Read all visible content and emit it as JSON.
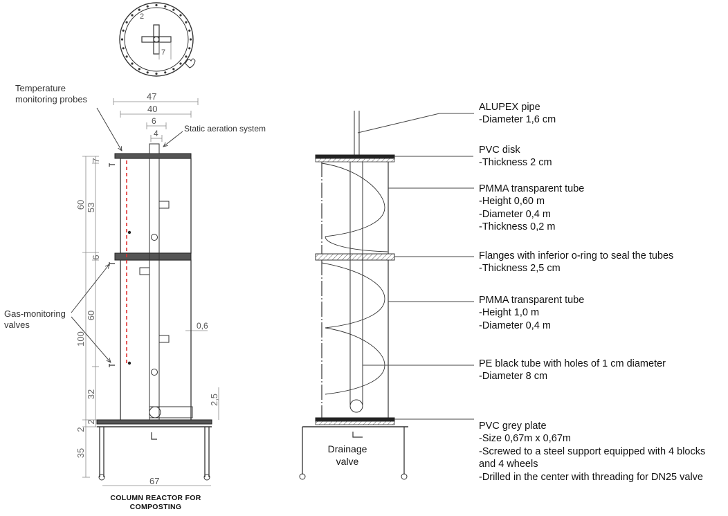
{
  "top_view": {
    "dim_center": "2",
    "dim_arm": "7"
  },
  "left_drawing": {
    "annotations": {
      "temperature_probes": [
        "Temperature",
        "monitoring probes"
      ],
      "gas_valves": [
        "Gas-monitoring",
        "valves"
      ],
      "static_aeration": "Static aeration system"
    },
    "dims_horizontal": {
      "overall_width": "47",
      "flange_width": "40",
      "pipe_outer": "6",
      "pipe_inner": "4",
      "wall": "0,6",
      "base_width": "67"
    },
    "dims_vertical": {
      "top_disk": "7",
      "upper_section": "60",
      "upper_tube": "53",
      "flange": "6",
      "lower_section": "100",
      "lower_tube": "60",
      "lower_part": "32",
      "offset": "2,5",
      "plate": "2",
      "base": "2",
      "legs": "35"
    },
    "caption": [
      "COLUMN REACTOR FOR",
      "COMPOSTING"
    ]
  },
  "right_drawing": {
    "drainage_label": [
      "Drainage",
      "valve"
    ],
    "specs": [
      {
        "title": "ALUPEX pipe",
        "lines": [
          "-Diameter 1,6 cm"
        ]
      },
      {
        "title": "PVC disk",
        "lines": [
          "-Thickness 2 cm"
        ]
      },
      {
        "title": "PMMA transparent tube",
        "lines": [
          "-Height  0,60 m",
          "-Diameter 0,4 m",
          "-Thickness 0,2 m"
        ]
      },
      {
        "title": "Flanges with inferior o-ring to seal the tubes",
        "lines": [
          "-Thickness 2,5 cm"
        ]
      },
      {
        "title": "PMMA transparent tube",
        "lines": [
          "-Height 1,0 m",
          "-Diameter 0,4 m"
        ]
      },
      {
        "title": "PE black tube with holes of 1 cm diameter",
        "lines": [
          "-Diameter 8 cm"
        ]
      },
      {
        "title": "PVC grey plate",
        "lines": [
          "-Size 0,67m x 0,67m",
          "-Screwed to a steel support equipped with 4 blocks",
          "and 4 wheels",
          "-Drilled in the center with threading for DN25 valve"
        ]
      }
    ]
  },
  "colors": {
    "line": "#333333",
    "dimension": "#888888",
    "probe": "#e03030"
  }
}
